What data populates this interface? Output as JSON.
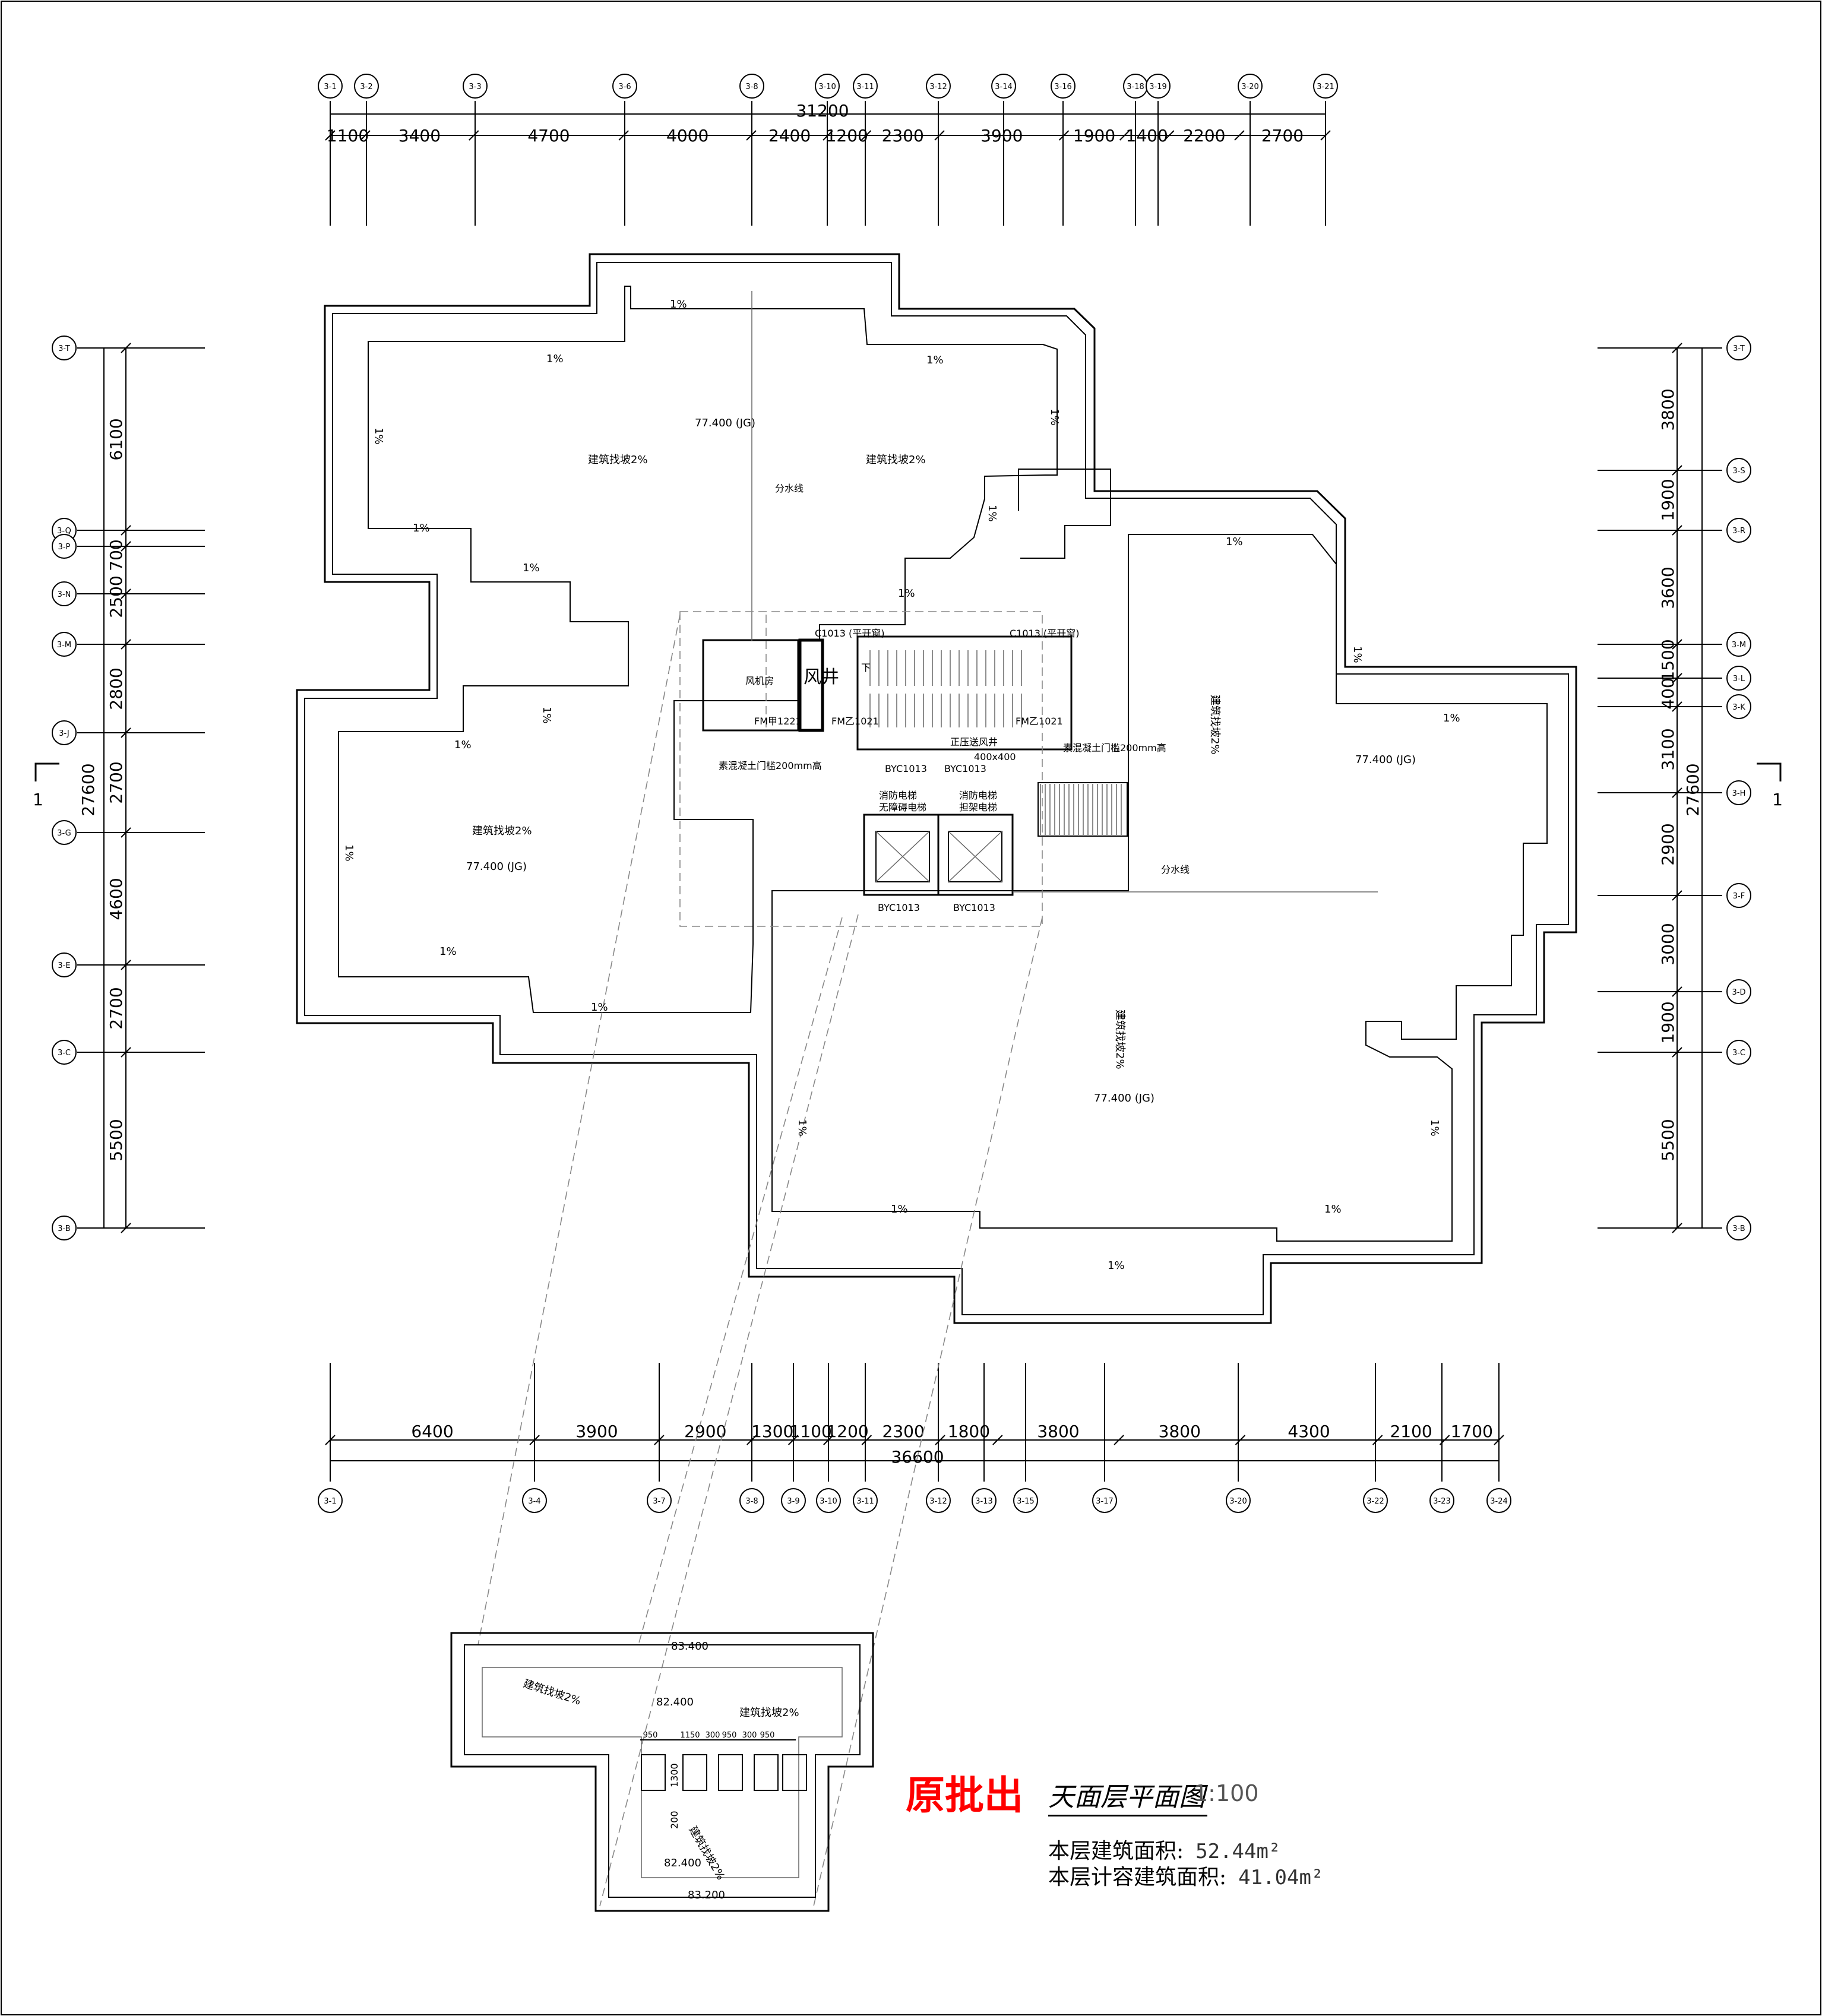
{
  "drawing": {
    "stamp": "原批出",
    "title": "天面层平面图",
    "scale": "1:100",
    "area_label": "本层建筑面积:",
    "area_value": "52.44m²",
    "fsr_area_label": "本层计容建筑面积:",
    "fsr_area_value": "41.04m²",
    "section_mark": "1"
  },
  "top_dims": {
    "total": "31200",
    "segments": [
      "1100",
      "3400",
      "4700",
      "4000",
      "2400",
      "1200",
      "2300",
      "3900",
      "1900",
      "1400",
      "2200",
      "2700"
    ],
    "axes": [
      "3-1",
      "3-2",
      "3-3",
      "3-6",
      "3-8",
      "3-10",
      "3-11",
      "3-12",
      "3-14",
      "3-16",
      "3-18",
      "3-19",
      "3-20",
      "3-21"
    ]
  },
  "bottom_dims": {
    "total": "36600",
    "segments": [
      "6400",
      "3900",
      "2900",
      "1300",
      "1100",
      "1200",
      "2300",
      "1800",
      "3800",
      "3800",
      "4300",
      "2100",
      "1700"
    ],
    "axes": [
      "3-1",
      "3-4",
      "3-7",
      "3-8",
      "3-9",
      "3-10",
      "3-11",
      "3-12",
      "3-13",
      "3-15",
      "3-17",
      "3-20",
      "3-22",
      "3-23",
      "3-24"
    ]
  },
  "left_dims": {
    "total": "27600",
    "segments": [
      "6100",
      "700",
      "2500",
      "2800",
      "2700",
      "4600",
      "2700",
      "5500"
    ],
    "axes": [
      "3-T",
      "3-Q",
      "3-P",
      "3-N",
      "3-M",
      "3-J",
      "3-G",
      "3-E",
      "3-C",
      "3-B"
    ]
  },
  "right_dims": {
    "total": "27600",
    "segments": [
      "3800",
      "1900",
      "3600",
      "1500",
      "400",
      "3100",
      "2900",
      "3000",
      "1900",
      "5500"
    ],
    "axes": [
      "3-T",
      "3-S",
      "3-R",
      "3-M",
      "3-L",
      "3-K",
      "3-H",
      "3-F",
      "3-D",
      "3-C",
      "3-B"
    ]
  },
  "labels": {
    "slope_1": "1%",
    "slope_2": "建筑找坡2%",
    "level_main": "77.400 (JG)",
    "divide_line": "分水线",
    "fan_room": "风机房",
    "shaft": "风井",
    "window_c1013": "C1013 (平开窗)",
    "door_fm1221": "FM甲1221",
    "door_fm1021": "FM乙1021",
    "threshold": "素混凝土门槛200mm高",
    "window_byc": "BYC1013",
    "elevator_fire": "消防电梯",
    "elevator_access": "无障碍电梯",
    "elevator_fire2": "担架电梯",
    "vent": "正压送风井",
    "vent_size": "400x400",
    "ul": "下"
  },
  "inset": {
    "lv1": "83.400",
    "lv2": "82.400",
    "lv3": "82.400",
    "lv4": "83.200",
    "dims": [
      "950",
      "1150",
      "300",
      "950",
      "300",
      "950"
    ],
    "d_1300": "1300",
    "d_200": "200"
  }
}
